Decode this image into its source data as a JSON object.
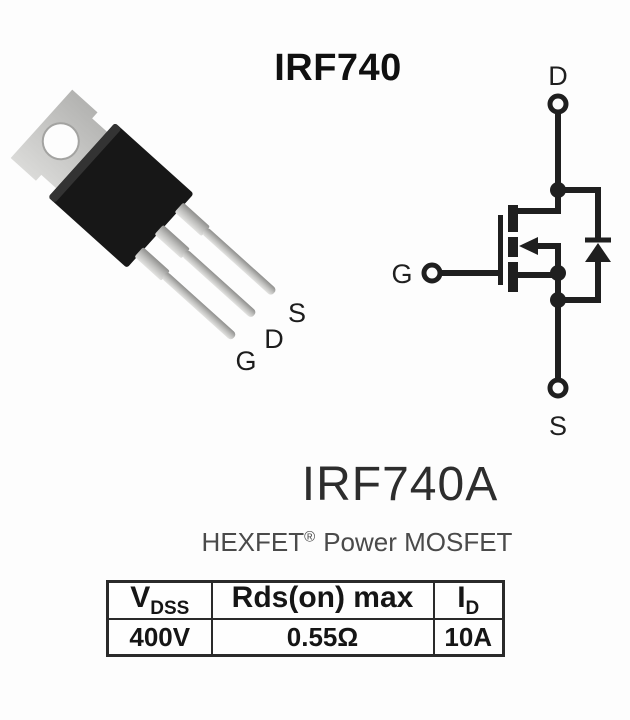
{
  "header": {
    "title": "IRF740"
  },
  "package_photo": {
    "pin_labels": {
      "source": "S",
      "drain": "D",
      "gate": "G"
    }
  },
  "schematic": {
    "terminal_labels": {
      "drain": "D",
      "gate": "G",
      "source": "S"
    }
  },
  "product": {
    "name": "IRF740A",
    "family": "HEXFET",
    "trademark": "®",
    "type": "Power MOSFET"
  },
  "spec_table": {
    "headers": [
      {
        "base": "V",
        "sub": "DSS"
      },
      {
        "base": "Rds(on) max",
        "sub": ""
      },
      {
        "base": "I",
        "sub": "D"
      }
    ],
    "values": [
      "400V",
      "0.55Ω",
      "10A"
    ]
  },
  "colors": {
    "ink": "#1f1f1f",
    "subtitle_gray": "#4a4a4a",
    "package_body": "#171717",
    "metal_tab": "#c9c9c6"
  }
}
